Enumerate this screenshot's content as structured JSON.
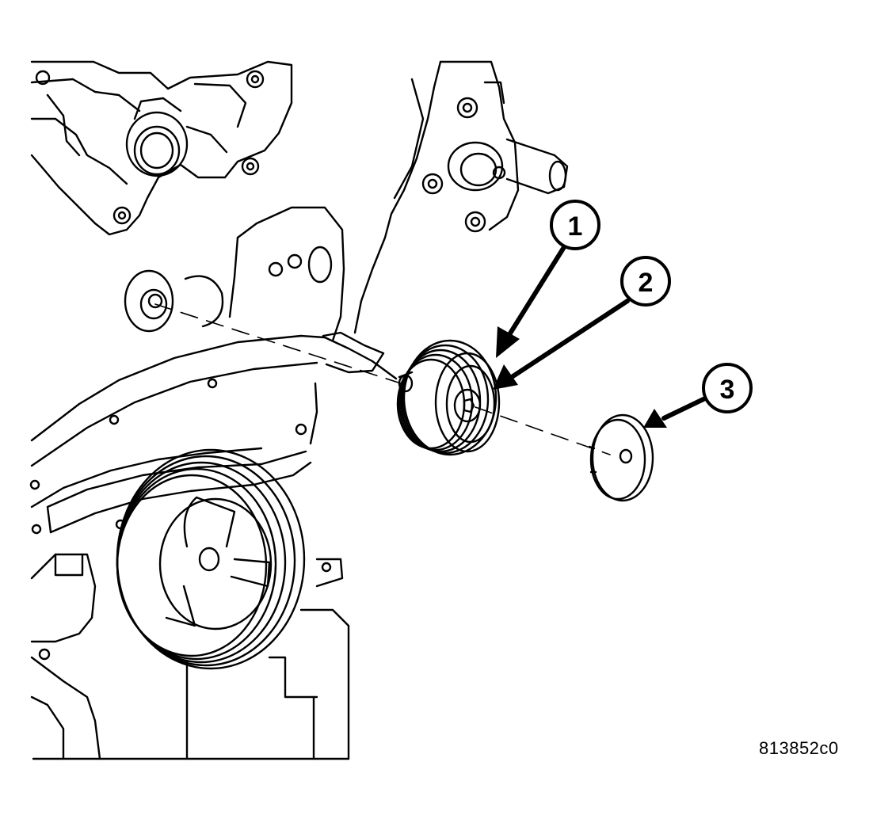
{
  "figure_id": "813852c0",
  "callouts": [
    {
      "label": "1"
    },
    {
      "label": "2"
    },
    {
      "label": "3"
    }
  ],
  "colors": {
    "line": "#000000",
    "background": "#ffffff"
  }
}
